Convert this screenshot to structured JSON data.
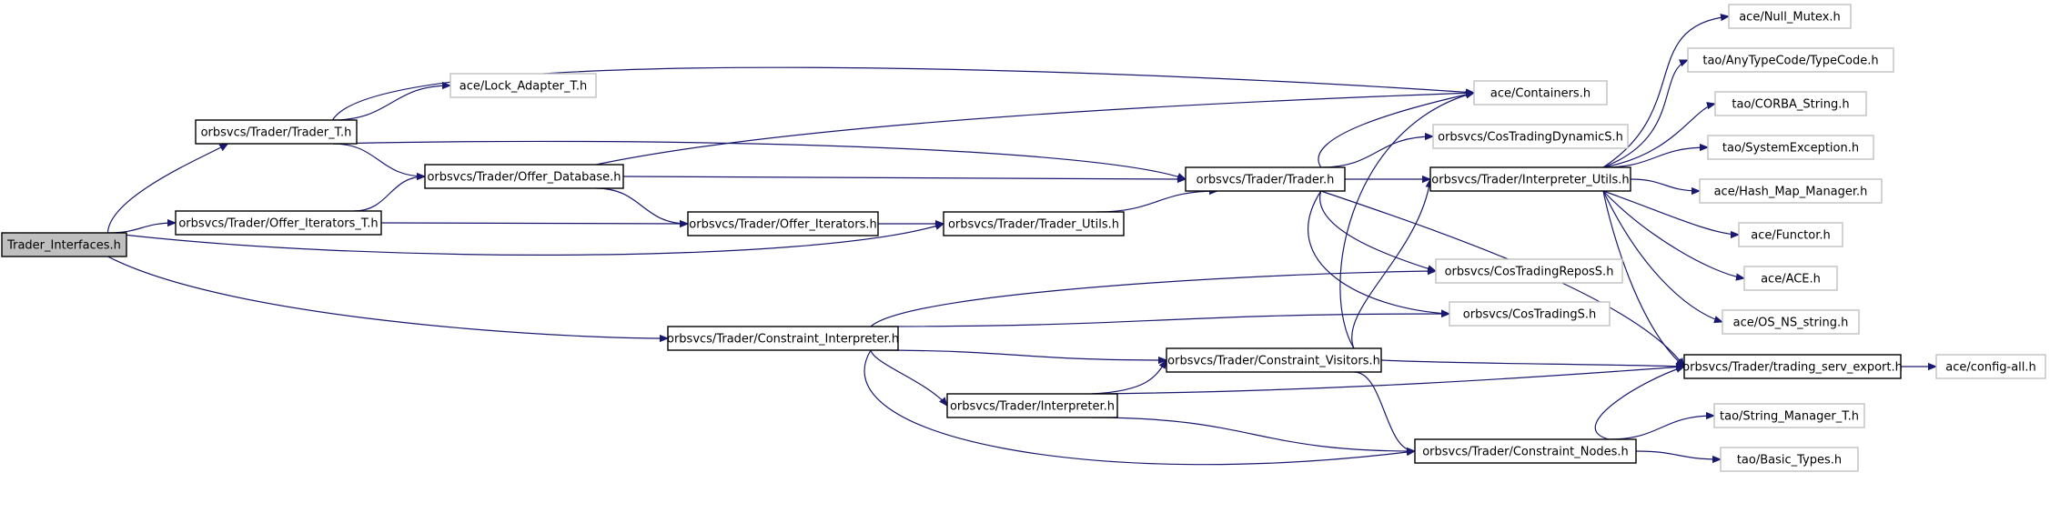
{
  "diagram": {
    "title": "",
    "colors": {
      "root_fill": "#bfbfbf",
      "node_fill": "#ffffff",
      "node_border": "#000000",
      "leaf_border": "#c0c0c0",
      "edge": "#191970"
    },
    "nodes": [
      {
        "id": "trader_interfaces",
        "label": "Trader_Interfaces.h",
        "kind": "root"
      },
      {
        "id": "trader_t",
        "label": "orbsvcs/Trader/Trader_T.h",
        "kind": "internal"
      },
      {
        "id": "offer_iterators_t",
        "label": "orbsvcs/Trader/Offer_Iterators_T.h",
        "kind": "internal"
      },
      {
        "id": "offer_database",
        "label": "orbsvcs/Trader/Offer_Database.h",
        "kind": "internal"
      },
      {
        "id": "offer_iterators",
        "label": "orbsvcs/Trader/Offer_Iterators.h",
        "kind": "internal"
      },
      {
        "id": "trader_utils",
        "label": "orbsvcs/Trader/Trader_Utils.h",
        "kind": "internal"
      },
      {
        "id": "trader_h",
        "label": "orbsvcs/Trader/Trader.h",
        "kind": "internal"
      },
      {
        "id": "interpreter_utils",
        "label": "orbsvcs/Trader/Interpreter_Utils.h",
        "kind": "internal"
      },
      {
        "id": "constraint_interpreter",
        "label": "orbsvcs/Trader/Constraint_Interpreter.h",
        "kind": "internal"
      },
      {
        "id": "constraint_visitors",
        "label": "orbsvcs/Trader/Constraint_Visitors.h",
        "kind": "internal"
      },
      {
        "id": "interpreter",
        "label": "orbsvcs/Trader/Interpreter.h",
        "kind": "internal"
      },
      {
        "id": "constraint_nodes",
        "label": "orbsvcs/Trader/Constraint_Nodes.h",
        "kind": "internal"
      },
      {
        "id": "trading_serv_export",
        "label": "orbsvcs/Trader/trading_serv_export.h",
        "kind": "internal"
      },
      {
        "id": "lock_adapter_t",
        "label": "ace/Lock_Adapter_T.h",
        "kind": "leaf"
      },
      {
        "id": "containers",
        "label": "ace/Containers.h",
        "kind": "leaf"
      },
      {
        "id": "null_mutex",
        "label": "ace/Null_Mutex.h",
        "kind": "leaf"
      },
      {
        "id": "typecode",
        "label": "tao/AnyTypeCode/TypeCode.h",
        "kind": "leaf"
      },
      {
        "id": "corba_string",
        "label": "tao/CORBA_String.h",
        "kind": "leaf"
      },
      {
        "id": "system_exception",
        "label": "tao/SystemException.h",
        "kind": "leaf"
      },
      {
        "id": "hash_map_manager",
        "label": "ace/Hash_Map_Manager.h",
        "kind": "leaf"
      },
      {
        "id": "functor",
        "label": "ace/Functor.h",
        "kind": "leaf"
      },
      {
        "id": "ace_h",
        "label": "ace/ACE.h",
        "kind": "leaf"
      },
      {
        "id": "os_ns_string",
        "label": "ace/OS_NS_string.h",
        "kind": "leaf"
      },
      {
        "id": "cos_trading_dynamic",
        "label": "orbsvcs/CosTradingDynamicS.h",
        "kind": "leaf"
      },
      {
        "id": "cos_trading_repos",
        "label": "orbsvcs/CosTradingReposS.h",
        "kind": "leaf"
      },
      {
        "id": "cos_trading",
        "label": "orbsvcs/CosTradingS.h",
        "kind": "leaf"
      },
      {
        "id": "config_all",
        "label": "ace/config-all.h",
        "kind": "leaf"
      },
      {
        "id": "string_manager_t",
        "label": "tao/String_Manager_T.h",
        "kind": "leaf"
      },
      {
        "id": "basic_types",
        "label": "tao/Basic_Types.h",
        "kind": "leaf"
      }
    ],
    "edges": [
      {
        "from": "trader_interfaces",
        "to": "trader_t"
      },
      {
        "from": "trader_interfaces",
        "to": "offer_iterators_t"
      },
      {
        "from": "trader_interfaces",
        "to": "trader_utils"
      },
      {
        "from": "trader_interfaces",
        "to": "constraint_interpreter"
      },
      {
        "from": "trader_t",
        "to": "lock_adapter_t"
      },
      {
        "from": "trader_t",
        "to": "containers"
      },
      {
        "from": "trader_t",
        "to": "offer_database"
      },
      {
        "from": "trader_t",
        "to": "trader_h"
      },
      {
        "from": "offer_iterators_t",
        "to": "offer_database"
      },
      {
        "from": "offer_iterators_t",
        "to": "offer_iterators"
      },
      {
        "from": "offer_database",
        "to": "containers"
      },
      {
        "from": "offer_database",
        "to": "trader_h"
      },
      {
        "from": "offer_database",
        "to": "offer_iterators"
      },
      {
        "from": "offer_iterators",
        "to": "trader_utils"
      },
      {
        "from": "trader_utils",
        "to": "trader_h"
      },
      {
        "from": "trader_h",
        "to": "containers"
      },
      {
        "from": "trader_h",
        "to": "cos_trading_dynamic"
      },
      {
        "from": "trader_h",
        "to": "interpreter_utils"
      },
      {
        "from": "trader_h",
        "to": "cos_trading_repos"
      },
      {
        "from": "trader_h",
        "to": "cos_trading"
      },
      {
        "from": "trader_h",
        "to": "trading_serv_export"
      },
      {
        "from": "interpreter_utils",
        "to": "null_mutex"
      },
      {
        "from": "interpreter_utils",
        "to": "typecode"
      },
      {
        "from": "interpreter_utils",
        "to": "corba_string"
      },
      {
        "from": "interpreter_utils",
        "to": "system_exception"
      },
      {
        "from": "interpreter_utils",
        "to": "hash_map_manager"
      },
      {
        "from": "interpreter_utils",
        "to": "functor"
      },
      {
        "from": "interpreter_utils",
        "to": "ace_h"
      },
      {
        "from": "interpreter_utils",
        "to": "os_ns_string"
      },
      {
        "from": "interpreter_utils",
        "to": "trading_serv_export"
      },
      {
        "from": "constraint_interpreter",
        "to": "cos_trading_repos"
      },
      {
        "from": "constraint_interpreter",
        "to": "cos_trading"
      },
      {
        "from": "constraint_interpreter",
        "to": "constraint_visitors"
      },
      {
        "from": "constraint_interpreter",
        "to": "interpreter"
      },
      {
        "from": "constraint_interpreter",
        "to": "constraint_nodes"
      },
      {
        "from": "constraint_visitors",
        "to": "containers"
      },
      {
        "from": "constraint_visitors",
        "to": "interpreter_utils"
      },
      {
        "from": "constraint_visitors",
        "to": "trading_serv_export"
      },
      {
        "from": "constraint_visitors",
        "to": "constraint_nodes"
      },
      {
        "from": "interpreter",
        "to": "constraint_visitors"
      },
      {
        "from": "interpreter",
        "to": "trading_serv_export"
      },
      {
        "from": "interpreter",
        "to": "constraint_nodes"
      },
      {
        "from": "constraint_nodes",
        "to": "trading_serv_export"
      },
      {
        "from": "constraint_nodes",
        "to": "string_manager_t"
      },
      {
        "from": "constraint_nodes",
        "to": "basic_types"
      },
      {
        "from": "trading_serv_export",
        "to": "config_all"
      }
    ]
  }
}
